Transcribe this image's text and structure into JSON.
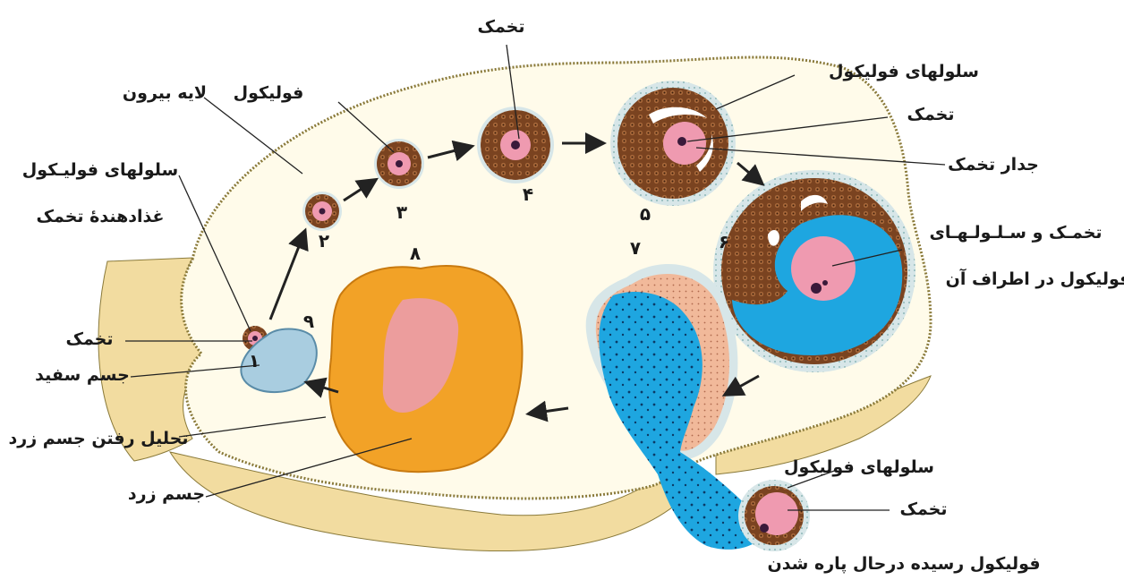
{
  "labels": {
    "egg_top": "تخمک",
    "follicle_cells_top": "سلولهای فولیکول",
    "egg_5": "تخمک",
    "egg_wall": "جدار تخمک",
    "follicle": "فولیکول",
    "outer_layer": "لایه بیرون",
    "follicle_cells_1": "سلولهای فولیـکول",
    "nourishing": "غذادهندهٔ تخمک",
    "egg_1": "تخمک",
    "egg_and_cells_a": "تخمـک و سـلـولـهـای",
    "egg_and_cells_b": "فولیکول در اطراف آن",
    "white_body": "جسم سفید",
    "yellow_degrade": "تحلیل رفتن جسم زرد",
    "yellow_body": "جسم زرد",
    "follicle_cells_bottom": "سلولهای فولیکول",
    "egg_bottom": "تخمک",
    "rupturing": "فولیکول رسیده درحال پاره شدن"
  },
  "stages": [
    "۱",
    "۲",
    "۳",
    "۴",
    "۵",
    "۶",
    "۷",
    "۸",
    "۹"
  ],
  "colors": {
    "ovary_outline": "#8a7a3a",
    "stroma": "#f2dca0",
    "follicle_brown": "#7a4320",
    "egg_pink": "#ef9ab0",
    "fluid_blue": "#1ea6e0",
    "corpus_luteum": "#f2a227",
    "corpus_core": "#ec9d9d",
    "corpus_albicans": "#a9cde0"
  }
}
